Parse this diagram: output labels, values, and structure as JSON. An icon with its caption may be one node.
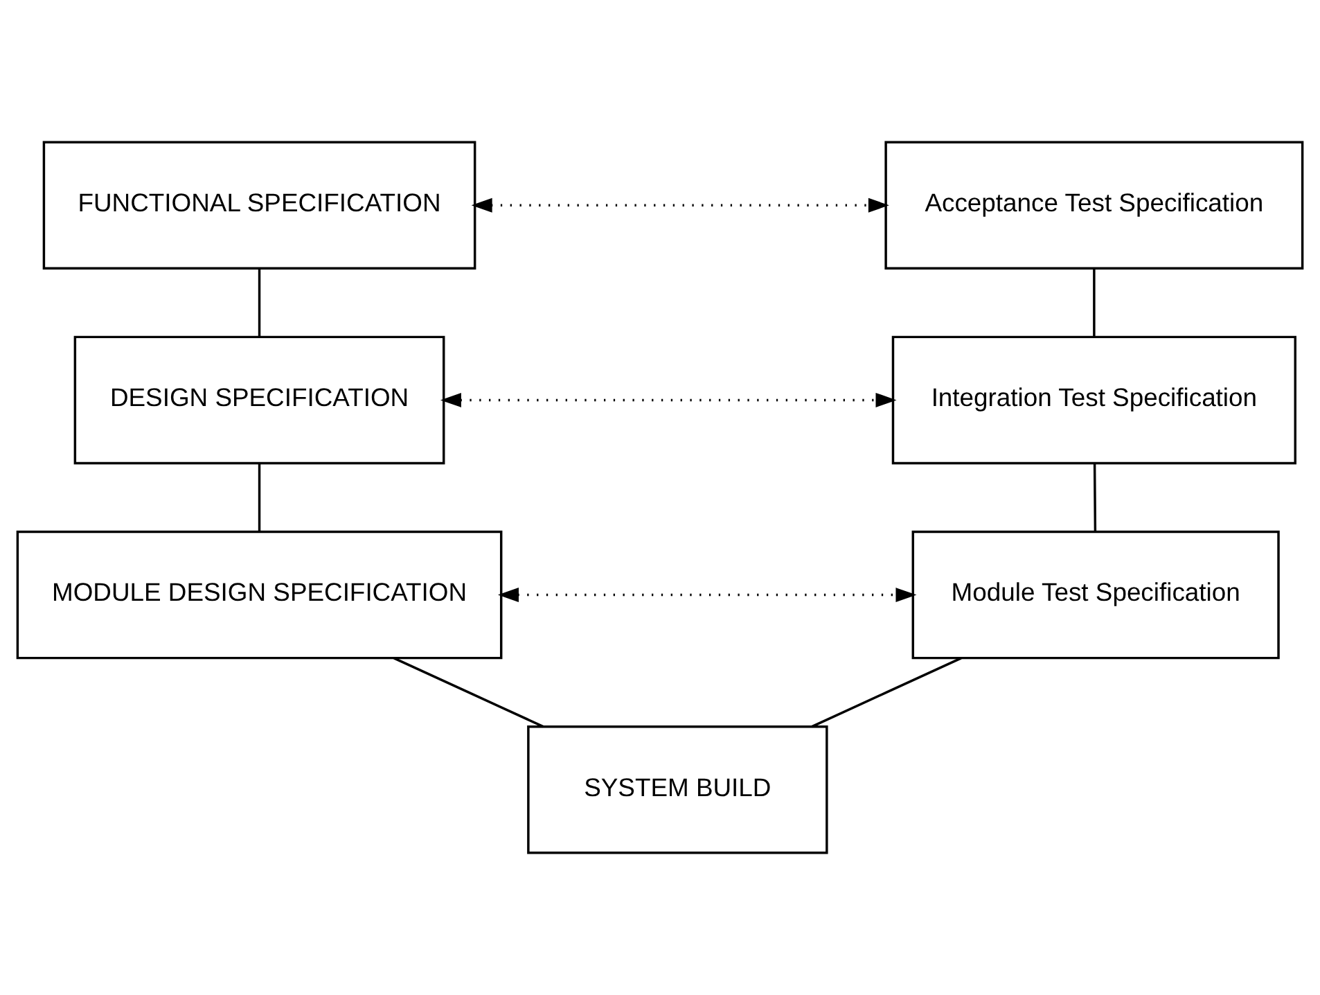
{
  "diagram": {
    "nodes": [
      {
        "text": [
          "FUNCTIONAL SPECIFICATION"
        ]
      },
      {
        "text": [
          "Acceptance Test Specification"
        ]
      },
      {
        "text": [
          "DESIGN SPECIFICATION"
        ]
      },
      {
        "text": [
          "Integration Test Specification"
        ]
      },
      {
        "text": [
          "MODULE DESIGN SPECIFICATION"
        ]
      },
      {
        "text": [
          "Module Test Specification"
        ]
      },
      {
        "text": [
          "SYSTEM BUILD"
        ]
      }
    ],
    "edges": [
      {
        "from": 0,
        "to": 1,
        "arrow": "both",
        "style": "dashed"
      },
      {
        "from": 0,
        "to": 2,
        "arrow": "none"
      },
      {
        "from": 1,
        "to": 3,
        "arrow": "none"
      },
      {
        "from": 2,
        "to": 3,
        "arrow": "both",
        "style": "dashed"
      },
      {
        "from": 2,
        "to": 4,
        "arrow": "none"
      },
      {
        "from": 3,
        "to": 5,
        "arrow": "none"
      },
      {
        "from": 4,
        "to": 5,
        "arrow": "both",
        "style": "dashed"
      },
      {
        "from": 4,
        "to": 6,
        "arrow": "none"
      },
      {
        "from": 5,
        "to": 6,
        "arrow": "none"
      }
    ]
  }
}
